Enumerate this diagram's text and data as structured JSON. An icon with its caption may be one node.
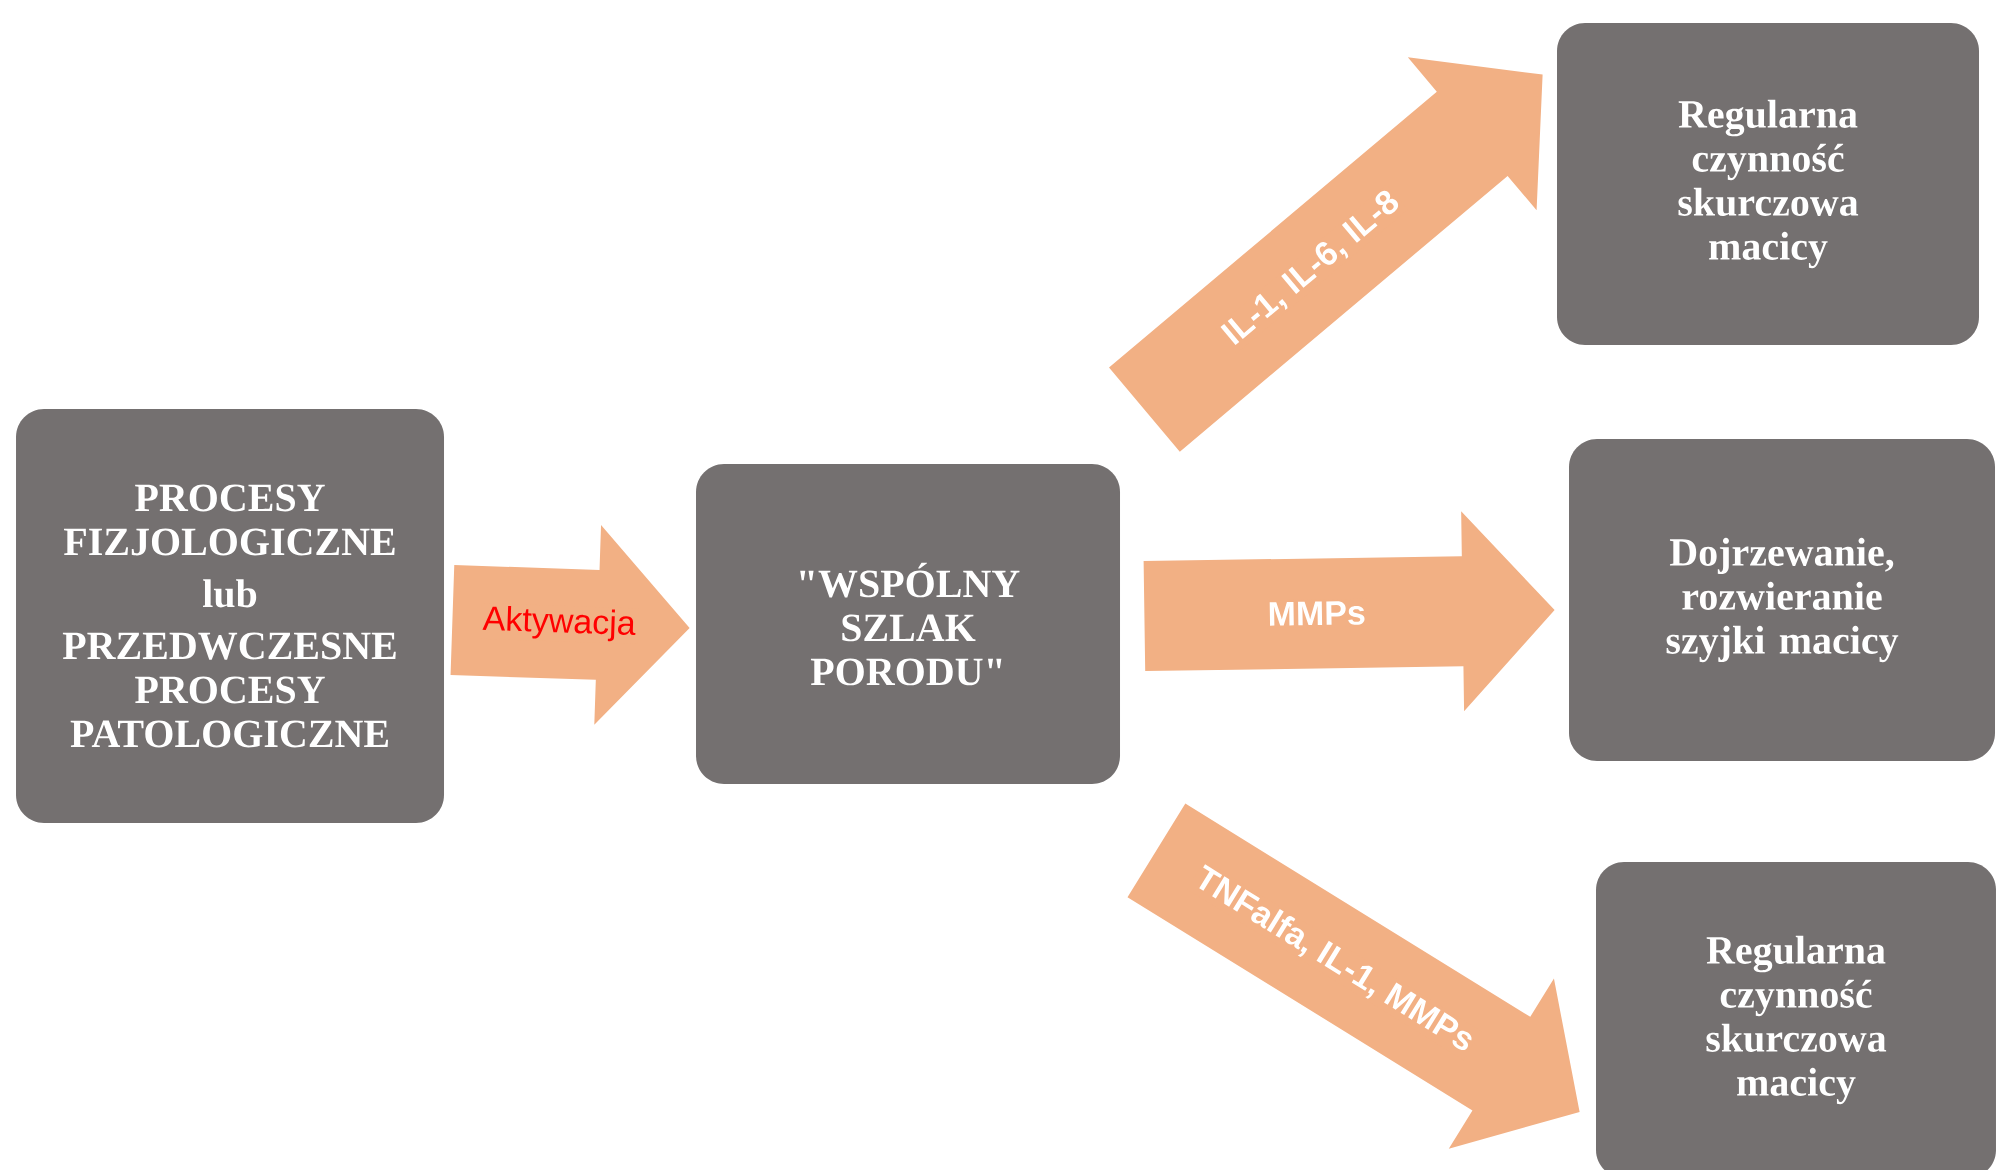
{
  "diagram": {
    "nodes": [
      {
        "text": [
          "PROCESY FIZJOLOGICZNE",
          "lub",
          "PRZEDWCZESNE PROCESY PATOLOGICZNE"
        ]
      },
      {
        "text": [
          "\"WSPÓLNY SZLAK PORODU\""
        ]
      },
      {
        "text": [
          "Regularna czynność skurczowa macicy"
        ]
      },
      {
        "text": [
          "Dojrzewanie, rozwieranie szyjki macicy"
        ]
      },
      {
        "text": [
          "Regularna czynność skurczowa macicy"
        ]
      }
    ],
    "edges": [
      {
        "from": 0,
        "to": 1,
        "arrow": "to",
        "label": "Aktywacja"
      },
      {
        "from": 1,
        "to": 2,
        "arrow": "to",
        "label": "IL-1, IL-6, IL-8"
      },
      {
        "from": 1,
        "to": 3,
        "arrow": "to",
        "label": "MMPs"
      },
      {
        "from": 1,
        "to": 4,
        "arrow": "to",
        "label": "TNFalfa, IL-1, MMPs"
      }
    ]
  }
}
